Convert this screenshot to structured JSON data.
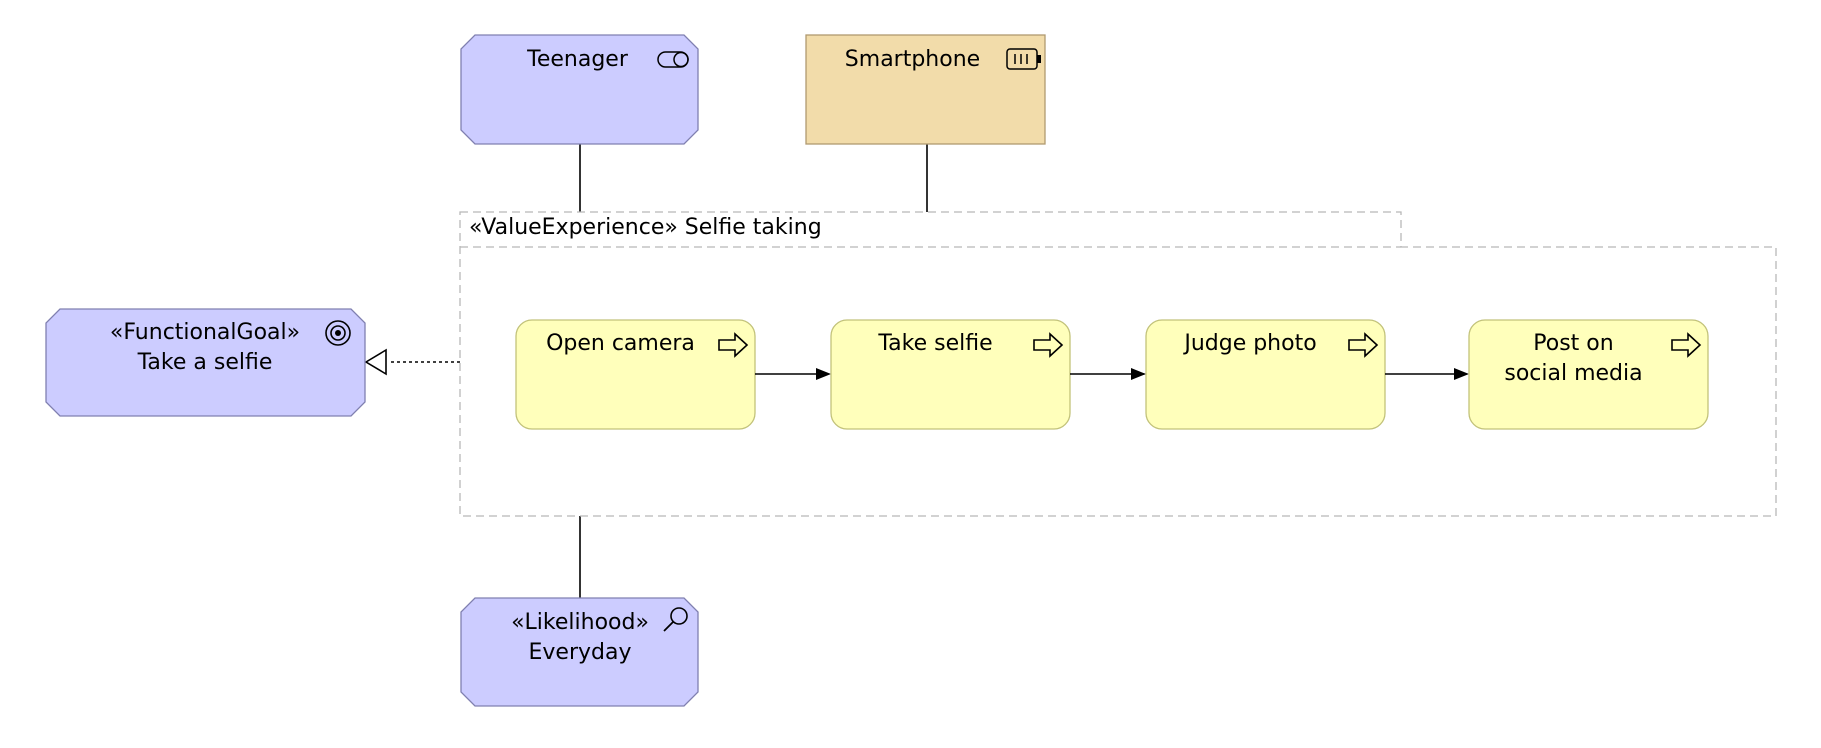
{
  "colors": {
    "motivation": "#ccccff",
    "motivation_border": "#8080b0",
    "technology": "#f2dcaa",
    "technology_border": "#b09a70",
    "process": "#ffffbb",
    "process_border": "#c2c27a",
    "group_border": "#b8b8b8",
    "line": "#000000"
  },
  "diagram": {
    "stakeholder": {
      "label": "Teenager",
      "icon": "toggle-icon"
    },
    "device": {
      "label": "Smartphone",
      "icon": "battery-icon"
    },
    "group": {
      "label": "«ValueExperience» Selfie taking"
    },
    "goal": {
      "stereotype": "«FunctionalGoal»",
      "label": "Take a selfie",
      "icon": "target-icon"
    },
    "likelihood": {
      "stereotype": "«Likelihood»",
      "label": "Everyday",
      "icon": "magnifier-icon"
    },
    "steps": [
      {
        "lines": [
          "Open camera"
        ],
        "icon": "process-arrow-icon"
      },
      {
        "lines": [
          "Take selfie"
        ],
        "icon": "process-arrow-icon"
      },
      {
        "lines": [
          "Judge photo"
        ],
        "icon": "process-arrow-icon"
      },
      {
        "lines": [
          "Post on",
          "social media"
        ],
        "icon": "process-arrow-icon"
      }
    ]
  }
}
